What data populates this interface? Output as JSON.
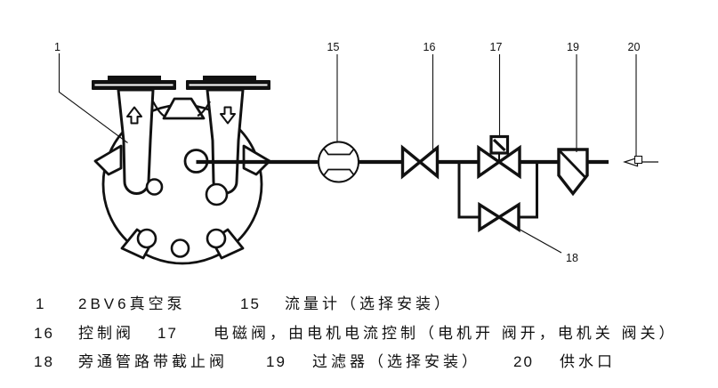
{
  "colors": {
    "ink": "#111111",
    "background": "#ffffff"
  },
  "diagram": {
    "callouts": {
      "pump": "1",
      "flow_meter": "15",
      "control_valve": "16",
      "solenoid_valve": "17",
      "bypass_valve": "18",
      "filter": "19",
      "water_inlet": "20"
    }
  },
  "legend": {
    "row1": {
      "num1": "1",
      "item1": "2BV6真空泵",
      "num2": "15",
      "item2": "流量计（选择安装）"
    },
    "row2": {
      "num1": "16",
      "item1": "控制阀",
      "num2": "17",
      "item2": "电磁阀，由电机电流控制（电机开  阀开，电机关  阀关）"
    },
    "row3": {
      "num1": "18",
      "item1": "旁通管路带截止阀",
      "num2": "19",
      "item2": "过滤器（选择安装）",
      "num3": "20",
      "item3": "供水口"
    }
  }
}
